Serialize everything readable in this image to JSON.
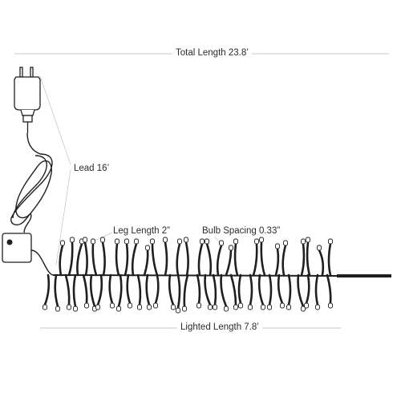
{
  "labels": {
    "total_length": "Total Length 23.8’",
    "lead": "Lead 16’",
    "leg_length": "Leg Length 2”",
    "bulb_spacing": "Bulb Spacing 0.33”",
    "lighted_length": "Lighted Length 7.8’"
  },
  "colors": {
    "wire": "#1f1f1f",
    "dimension_line": "#c8c8c8",
    "text": "#2b2b2b"
  }
}
